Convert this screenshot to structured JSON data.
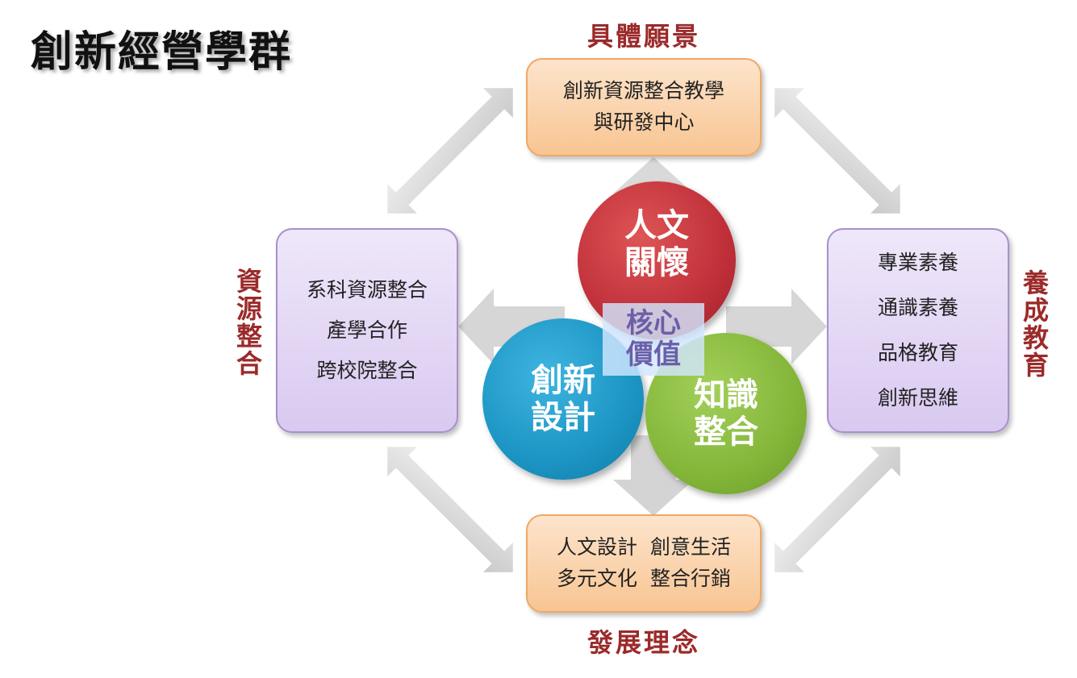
{
  "title": "創新經營學群",
  "labels": {
    "top": "具體願景",
    "bottom": "發展理念",
    "left": "資源整合",
    "right": "養成教育"
  },
  "boxes": {
    "top": [
      "創新資源整合教學",
      "與研發中心"
    ],
    "bottom": [
      "人文設計  創意生活",
      "多元文化  整合行銷"
    ],
    "left": [
      "系科資源整合",
      "產學合作",
      "跨校院整合"
    ],
    "right": [
      "專業素養",
      "通識素養",
      "品格教育",
      "創新思維"
    ]
  },
  "circles": {
    "top": [
      "人文",
      "關懷"
    ],
    "left": [
      "創新",
      "設計"
    ],
    "right": [
      "知識",
      "整合"
    ]
  },
  "core": [
    "核心",
    "價值"
  ],
  "colors": {
    "red_circle": "#c0303a",
    "blue_circle": "#1c95c4",
    "green_circle": "#84b63a",
    "label_text": "#9b2a2a",
    "orange_box": "#f8c592",
    "purple_box": "#d9c9f0"
  }
}
